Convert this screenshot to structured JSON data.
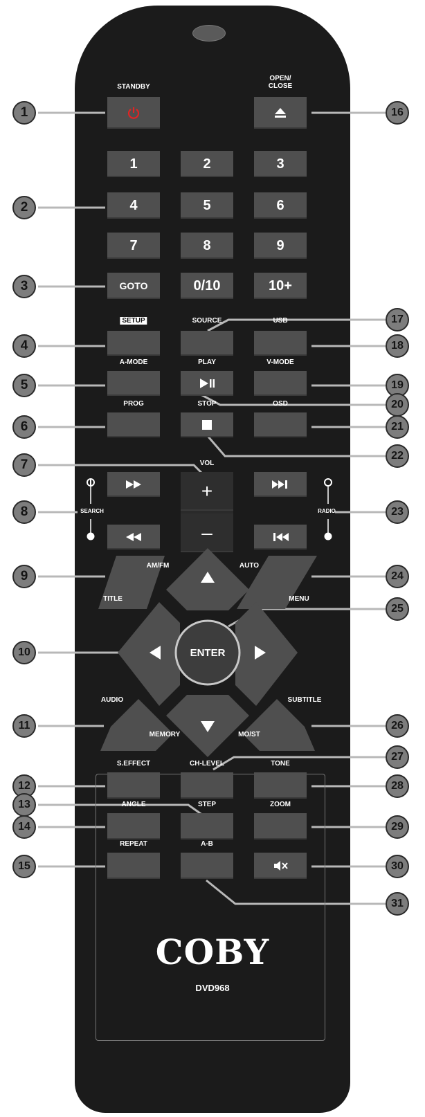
{
  "remote": {
    "brand": "COBY",
    "model": "DVD968",
    "buttons": {
      "standby_label": "STANDBY",
      "open_close_label": "OPEN/\nCLOSE",
      "digits": [
        "1",
        "2",
        "3",
        "4",
        "5",
        "6",
        "7",
        "8",
        "9"
      ],
      "goto": "GOTO",
      "zero_ten": "0/10",
      "ten_plus": "10+",
      "setup": "SETUP",
      "source": "SOURCE",
      "usb": "USB",
      "a_mode": "A-MODE",
      "play": "PLAY",
      "v_mode": "V-MODE",
      "prog": "PROG",
      "stop": "STOP",
      "osd": "OSD",
      "vol": "VOL",
      "vol_plus": "+",
      "vol_minus": "–",
      "search": "SEARCH",
      "radio": "RADIO",
      "am_fm": "AM/FM",
      "auto": "AUTO",
      "title": "TITLE",
      "menu": "MENU",
      "enter": "ENTER",
      "audio": "AUDIO",
      "subtitle": "SUBTITLE",
      "memory": "MEMORY",
      "mo_st": "MO/ST",
      "s_effect": "S.EFFECT",
      "ch_level": "CH-LEVEL",
      "tone": "TONE",
      "angle": "ANGLE",
      "step": "STEP",
      "zoom": "ZOOM",
      "repeat": "REPEAT",
      "a_b": "A-B"
    },
    "accent_colors": {
      "standby_icon": "#e02424",
      "body": "#1b1b1b",
      "button": "#4f4f4f"
    }
  },
  "callouts": [
    "1",
    "2",
    "3",
    "4",
    "5",
    "6",
    "7",
    "8",
    "9",
    "10",
    "11",
    "12",
    "13",
    "14",
    "15",
    "16",
    "17",
    "18",
    "19",
    "20",
    "21",
    "22",
    "23",
    "24",
    "25",
    "26",
    "27",
    "28",
    "29",
    "30",
    "31"
  ]
}
